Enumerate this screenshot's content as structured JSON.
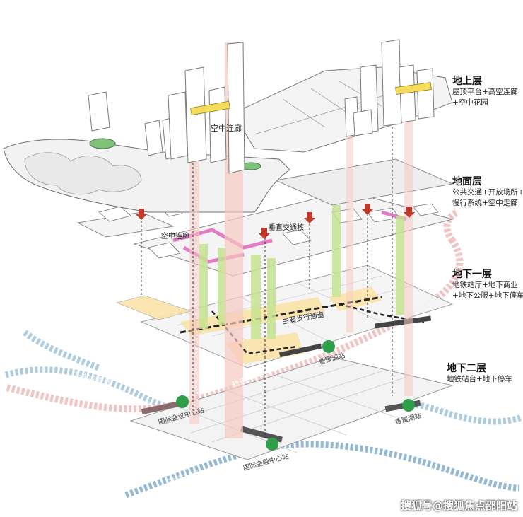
{
  "layers": [
    {
      "title": "地上层",
      "lines": [
        "屋顶平台+高空连廊",
        "+空中花园"
      ]
    },
    {
      "title": "地面层",
      "lines": [
        "公共交通+开放场所+",
        "慢行系统+空中走廊"
      ]
    },
    {
      "title": "地下一层",
      "lines": [
        "地铁站厅+地下商业",
        "+地下公服+地下停车"
      ]
    },
    {
      "title": "地下二层",
      "lines": [
        "地铁站台+地下停车"
      ]
    }
  ],
  "labels": {
    "sky_corridor": "空中连廊",
    "sky_corridor_2": "空中连廊",
    "vertical_traffic": "垂直交通核",
    "main_walkway": "主要步行通道",
    "line22": "轨道22号线",
    "line24": "轨道24号线",
    "line1": "轨道1号线",
    "station_xiangmihu_b1": "香蜜湖站",
    "station_xiangmihu_b2": "香蜜湖站",
    "station_exhibition": "国际会议中心站",
    "station_finance": "国际金融中心站"
  },
  "watermark": "搜狐号@搜狐焦点邵阳站",
  "colors": {
    "green_column": "#c6e38f",
    "pink_column": "#f7c9c2",
    "yellow_zone": "#fbe3a8",
    "line22": "#8fb8d6",
    "line24": "#e8a6a6",
    "line1": "#7aa6cf",
    "metro": "#2e9e4a",
    "accent_red": "#c0392b",
    "magenta": "#e26fc0"
  }
}
